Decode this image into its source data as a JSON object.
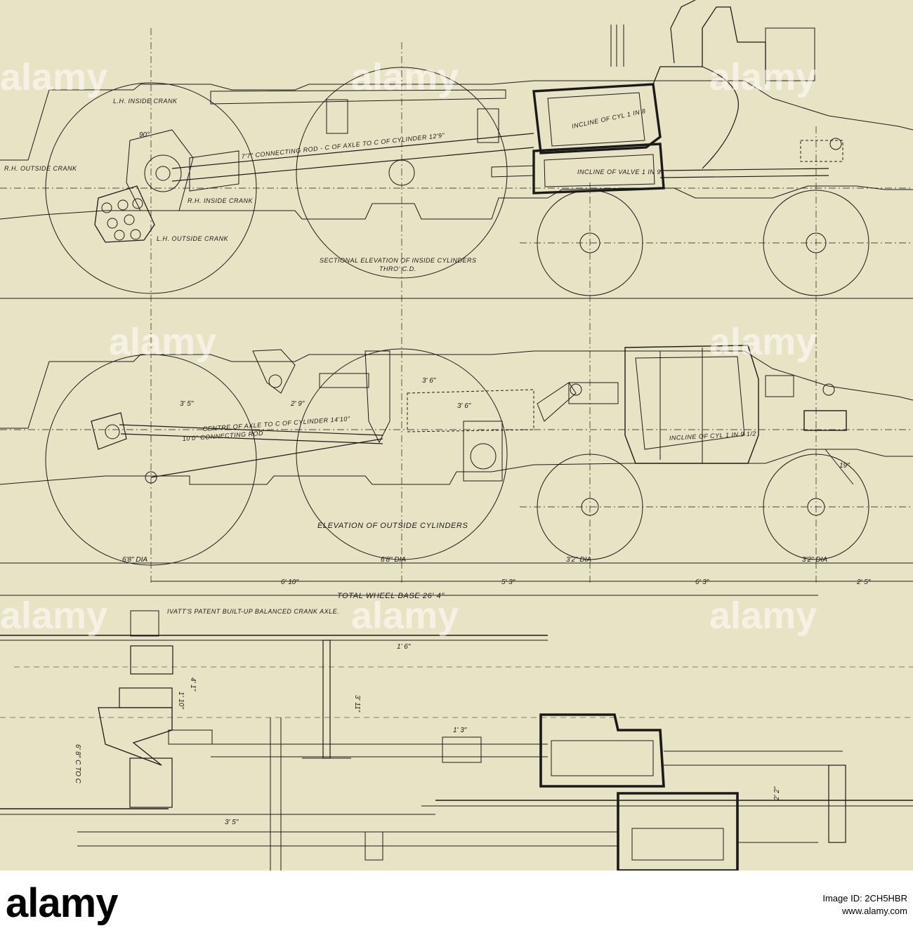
{
  "labels": {
    "lh_inside_crank": "L.H. INSIDE CRANK",
    "rh_outside_crank": "R.H. OUTSIDE CRANK",
    "rh_inside_crank": "R.H. INSIDE CRANK",
    "lh_outside_crank": "L.H. OUTSIDE CRANK",
    "connecting_rod_top": "7'7\" CONNECTING ROD - C OF AXLE TO C OF CYLINDER 12'9\"",
    "incline_cyl": "INCLINE OF CYL 1 IN 8",
    "incline_valve": "INCLINE OF VALVE 1 IN 9",
    "section_title_1": "SECTIONAL ELEVATION OF INSIDE CYLINDERS",
    "section_title_2": "THRO' C.D.",
    "centre_axle": "CENTRE OF AXLE TO C OF CYLINDER 14'10\"",
    "connecting_rod_mid": "10'0\" CONNECTING ROD",
    "incline_cyl_mid": "INCLINE OF CYL 1 IN 9 1/2",
    "outside_title": "ELEVATION OF OUTSIDE CYLINDERS",
    "wheel_dia_1": "6'8\" DIA",
    "wheel_dia_2": "6'8\" DIA",
    "wheel_dia_3": "3'2\" DIA",
    "wheel_dia_4": "3'2\" DIA",
    "span_1": "6' 10\"",
    "span_2": "5' 3\"",
    "span_3": "6' 3\"",
    "span_4": "2' 5\"",
    "total_wheel_base": "TOTAL WHEEL BASE 26' 4\"",
    "crank_axle_title": "IVATT'S PATENT BUILT-UP BALANCED CRANK AXLE.",
    "dim_6_8": "6' 8\" C TO C",
    "dim_3_5_mid": "3' 5\"",
    "dim_2_9": "2' 9\"",
    "dim_3_6": "3' 6\"",
    "dim_3_6b": "3' 6\"",
    "dim_3_5_low": "3' 5\"",
    "dim_1_3": "1' 3\"",
    "dim_2_2": "2' 2\"",
    "dim_4_1": "4' 1\"",
    "dim_1_10": "1' 10\"",
    "dim_3_11": "3' 11\"",
    "dim_1_6": "1' 6\"",
    "dim_19": "19\"",
    "dim_90": "90°"
  },
  "watermark": {
    "text": "alamy",
    "color": "#ffffff"
  },
  "footer": {
    "brand": "alamy",
    "image_id": "Image ID: 2CH5HBR",
    "site": "www.alamy.com"
  },
  "colors": {
    "paper": "#e9e3c6",
    "ink": "#1a1a1a"
  }
}
